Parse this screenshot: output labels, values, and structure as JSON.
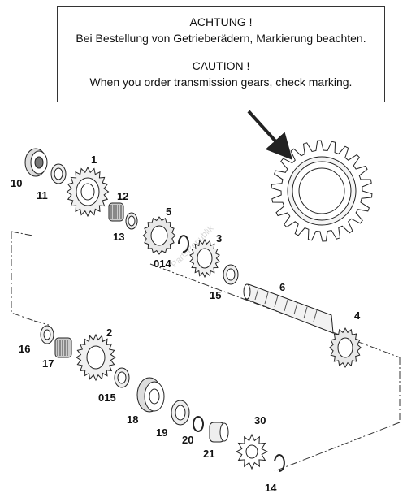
{
  "notice": {
    "line_de_title": "ACHTUNG !",
    "line_de_text": "Bei Bestellung von Getrieberädern, Markierung beachten.",
    "line_en_title": "CAUTION !",
    "line_en_text": "When you order transmission gears, check marking."
  },
  "watermark": "PartsRepublik",
  "parts": {
    "p1": "1",
    "p2": "2",
    "p3": "3",
    "p4": "4",
    "p5": "5",
    "p6": "6",
    "p10": "10",
    "p11": "11",
    "p12": "12",
    "p13": "13",
    "p014": "014",
    "p15": "15",
    "p16": "16",
    "p17": "17",
    "p015": "015",
    "p18": "18",
    "p19": "19",
    "p20": "20",
    "p21": "21",
    "p30": "30",
    "p14": "14"
  },
  "colors": {
    "line": "#222222",
    "fill": "#ffffff",
    "shade": "#e6e6e6",
    "dark": "#555555"
  }
}
